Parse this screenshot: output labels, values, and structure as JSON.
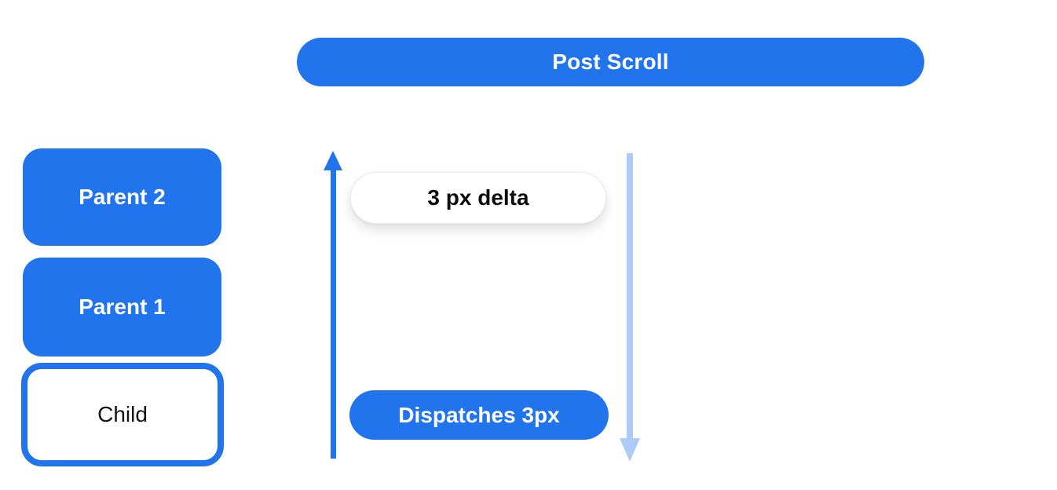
{
  "colors": {
    "primary_blue": "#2174EB",
    "light_blue": "#AECBF8",
    "background": "#FFFFFF",
    "delta_pill_text": "#0B0B0B"
  },
  "banner": {
    "label": "Post Scroll"
  },
  "hierarchy": {
    "items": [
      {
        "label": "Parent 2",
        "variant": "filled"
      },
      {
        "label": "Parent 1",
        "variant": "filled"
      },
      {
        "label": "Child",
        "variant": "outlined"
      }
    ]
  },
  "flow": {
    "delta_label": "3 px delta",
    "dispatch_label": "Dispatches 3px",
    "up_arrow": "consumption-direction-up",
    "down_arrow": "dispatch-direction-down"
  }
}
